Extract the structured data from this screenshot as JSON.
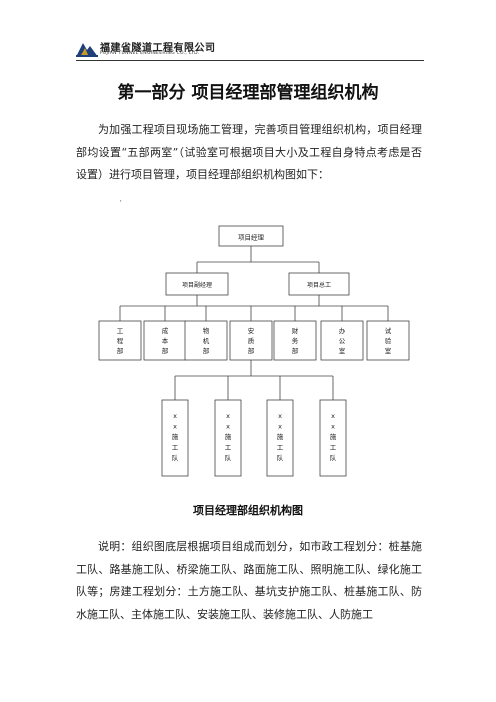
{
  "header": {
    "company_cn": "福建省隧道工程有限公司",
    "company_en": "FUJIAN TUNNEL ENGINEERING CO., LTD."
  },
  "title": "第一部分   项目经理部管理组织机构",
  "intro": "为加强工程项目现场施工管理，完善项目管理组织机构，项目经理部均设置“五部两室”（试验室可根据项目大小及工程自身特点考虑是否设置）进行项目管理，项目经理部组织机构图如下：",
  "tick_mark": "'",
  "org_chart": {
    "top": "项目经理",
    "level2": [
      "项目副经理",
      "项目总工"
    ],
    "departments": [
      [
        "工",
        "程",
        "部"
      ],
      [
        "成",
        "本",
        "部"
      ],
      [
        "物",
        "机",
        "部"
      ],
      [
        "安",
        "质",
        "部"
      ],
      [
        "财",
        "务",
        "部"
      ],
      [
        "办",
        "公",
        "室"
      ],
      [
        "试",
        "验",
        "室"
      ]
    ],
    "teams": [
      [
        "x",
        "x",
        "施",
        "工",
        "队"
      ],
      [
        "x",
        "x",
        "施",
        "工",
        "队"
      ],
      [
        "x",
        "x",
        "施",
        "工",
        "队"
      ],
      [
        "x",
        "x",
        "施",
        "工",
        "队"
      ]
    ]
  },
  "caption": "项目经理部组织机构图",
  "note": "说明：组织图底层根据项目组成而划分，如市政工程划分：桩基施工队、路基施工队、桥梁施工队、路面施工队、照明施工队、绿化施工队等；房建工程划分：土方施工队、基坑支护施工队、桩基施工队、防水施工队、主体施工队、安装施工队、装修施工队、人防施工"
}
